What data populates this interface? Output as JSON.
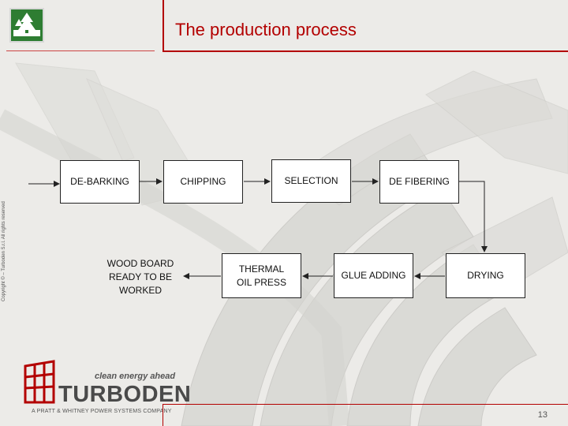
{
  "slide": {
    "title": "The production process",
    "copyright": "Copyright © – Turboden S.r.l. All rights reserved",
    "page_number": "13"
  },
  "flow": {
    "steps": [
      {
        "label": "DE-BARKING"
      },
      {
        "label": "CHIPPING"
      },
      {
        "label": "SELECTION"
      },
      {
        "label": "DE FIBERING"
      },
      {
        "label": "DRYING"
      },
      {
        "label": "GLUE ADDING"
      },
      {
        "label": "THERMAL OIL PRESS"
      }
    ],
    "end_label": "WOOD BOARD READY TO BE WORKED"
  },
  "brand": {
    "name": "TURBODEN",
    "tagline": "clean energy ahead",
    "sub": "A PRATT & WHITNEY POWER SYSTEMS COMPANY"
  },
  "colors": {
    "accent": "#b30000",
    "logo_green": "#2e7d32"
  }
}
